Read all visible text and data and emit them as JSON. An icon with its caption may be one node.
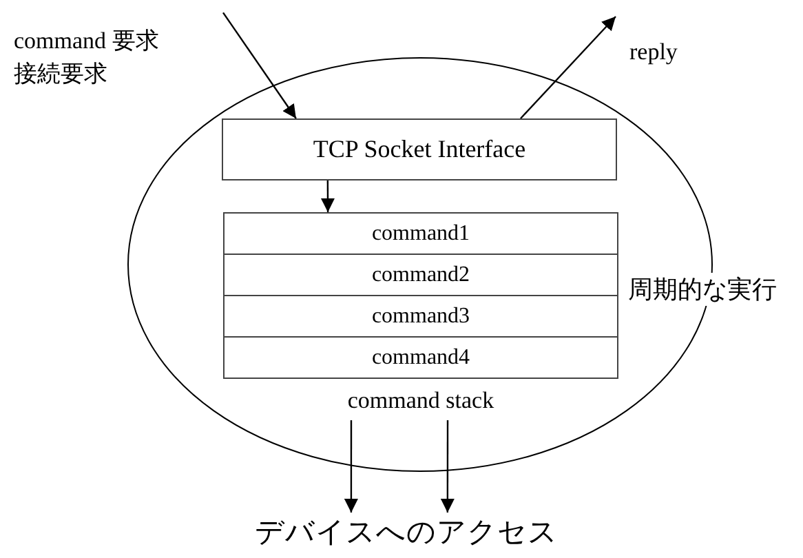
{
  "diagram": {
    "nodes": [
      {
        "text": [],
        "shape": "ellipse"
      },
      {
        "text": [
          "command 要求接続要求"
        ]
      },
      {
        "text": [
          "TCP Socket Interface"
        ],
        "in": 0
      },
      {
        "text": [
          "command stack"
        ],
        "in": 0
      },
      {
        "text": [
          "command1"
        ],
        "in": 3
      },
      {
        "text": [
          "command2"
        ],
        "in": 3
      },
      {
        "text": [
          "command3"
        ],
        "in": 3
      },
      {
        "text": [
          "command4"
        ],
        "in": 3
      },
      {
        "text": [
          "デバイスへのアクセス"
        ]
      }
    ],
    "edges": [
      {
        "from": 1,
        "to": 2,
        "arrow": "to"
      },
      {
        "from": 2,
        "to": null,
        "arrow": "to",
        "label": "reply"
      },
      {
        "from": 2,
        "to": 3,
        "arrow": "to"
      },
      {
        "from": 3,
        "to": 8,
        "arrow": "to"
      },
      {
        "from": 3,
        "to": 8,
        "arrow": "to"
      }
    ],
    "labels": [
      "周期的な実行"
    ]
  }
}
